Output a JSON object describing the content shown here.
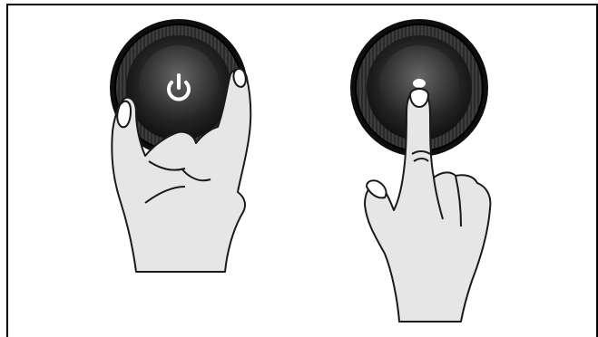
{
  "figure": {
    "panels": [
      {
        "id": "left",
        "depicts": "hand-turning-knob",
        "knob_icon": "power-icon"
      },
      {
        "id": "right",
        "depicts": "finger-pressing-knob",
        "knob_icon": "push-indicator"
      }
    ],
    "colors": {
      "frame": "#000000",
      "knob_dark": "#1a1a1a",
      "knob_mid": "#3a3a3a",
      "knob_highlight": "#5a5a5a",
      "hand_fill": "#e6e6e6",
      "hand_outline": "#1a1a1a",
      "icon_color": "#ffffff"
    }
  }
}
